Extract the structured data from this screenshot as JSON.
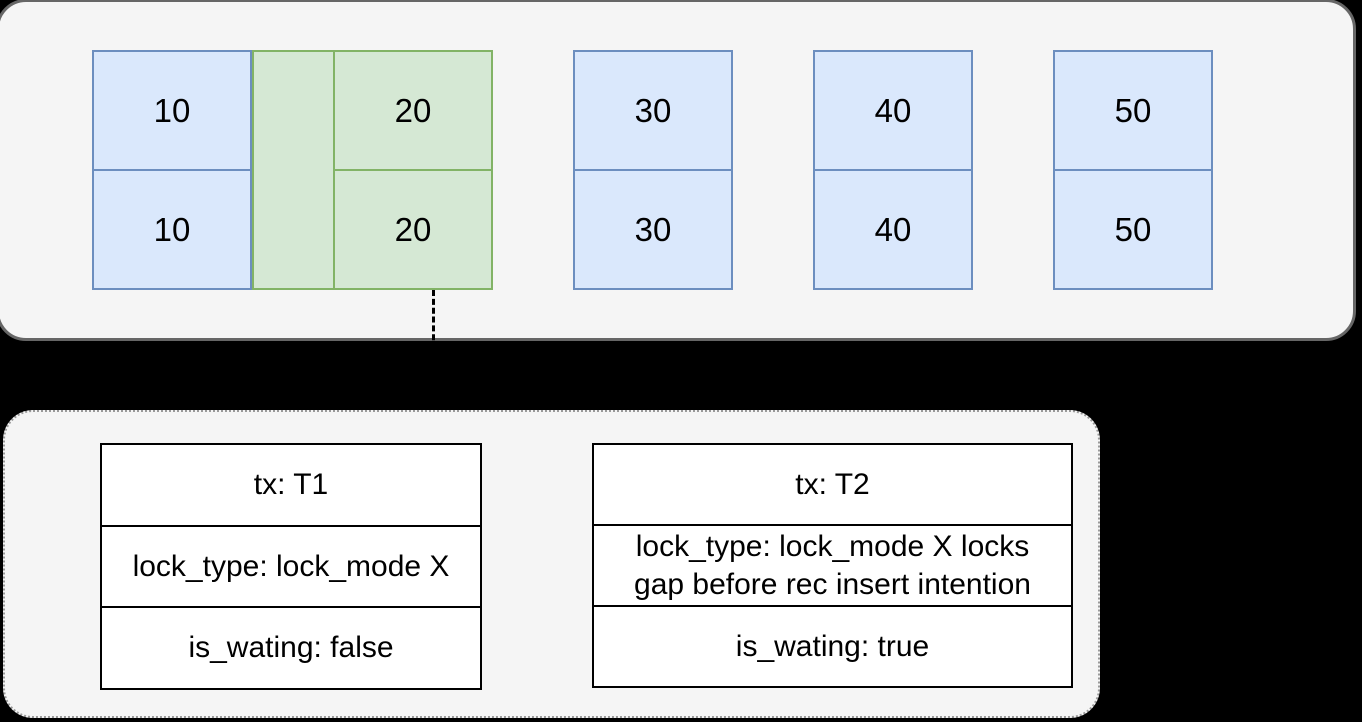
{
  "palette": {
    "background": "#000000",
    "panel_fill": "#f5f5f5",
    "panel_border": "#666666",
    "panel_dotted_border": "#999999",
    "record_fill": "#dae8fc",
    "record_border": "#6c8ebf",
    "locked_fill": "#d5e8d4",
    "locked_border": "#82b366",
    "table_fill": "#ffffff",
    "table_border": "#000000"
  },
  "index_row_panel": {
    "columns": [
      {
        "id": "10",
        "color": "blue",
        "cells": [
          "10",
          "10"
        ]
      },
      {
        "id": "20",
        "color": "green",
        "cells": [
          "20",
          "20"
        ]
      },
      {
        "id": "30",
        "color": "blue",
        "cells": [
          "30",
          "30"
        ]
      },
      {
        "id": "40",
        "color": "blue",
        "cells": [
          "40",
          "40"
        ]
      },
      {
        "id": "50",
        "color": "blue",
        "cells": [
          "50",
          "50"
        ]
      }
    ],
    "gap_lock_strip": {
      "color": "green"
    }
  },
  "lock_tables": [
    {
      "tx": "tx: T1",
      "lock_type": "lock_type: lock_mode X",
      "is_waiting": "is_wating: false"
    },
    {
      "tx": "tx: T2",
      "lock_type": "lock_type: lock_mode X locks gap before rec insert intention",
      "is_waiting": "is_wating: true"
    }
  ]
}
